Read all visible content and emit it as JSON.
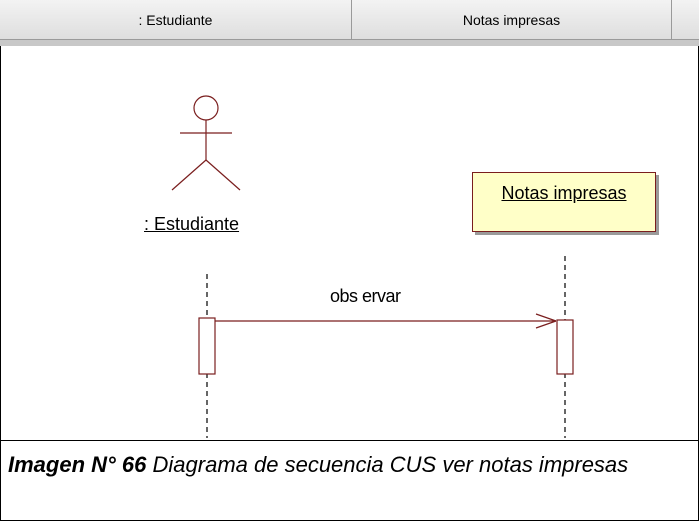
{
  "header": {
    "col1": ": Estudiante",
    "col2": "Notas impresas"
  },
  "diagram": {
    "actor_label": ": Estudiante",
    "object_label": "Notas impresas",
    "message_label": "obs ervar",
    "colors": {
      "object_fill": "#ffffc8",
      "object_border": "#7a1e1e",
      "message_line": "#7a1e1e"
    }
  },
  "caption": {
    "bold": "Imagen N° 66",
    "text": " Diagrama de secuencia CUS ver notas impresas"
  }
}
